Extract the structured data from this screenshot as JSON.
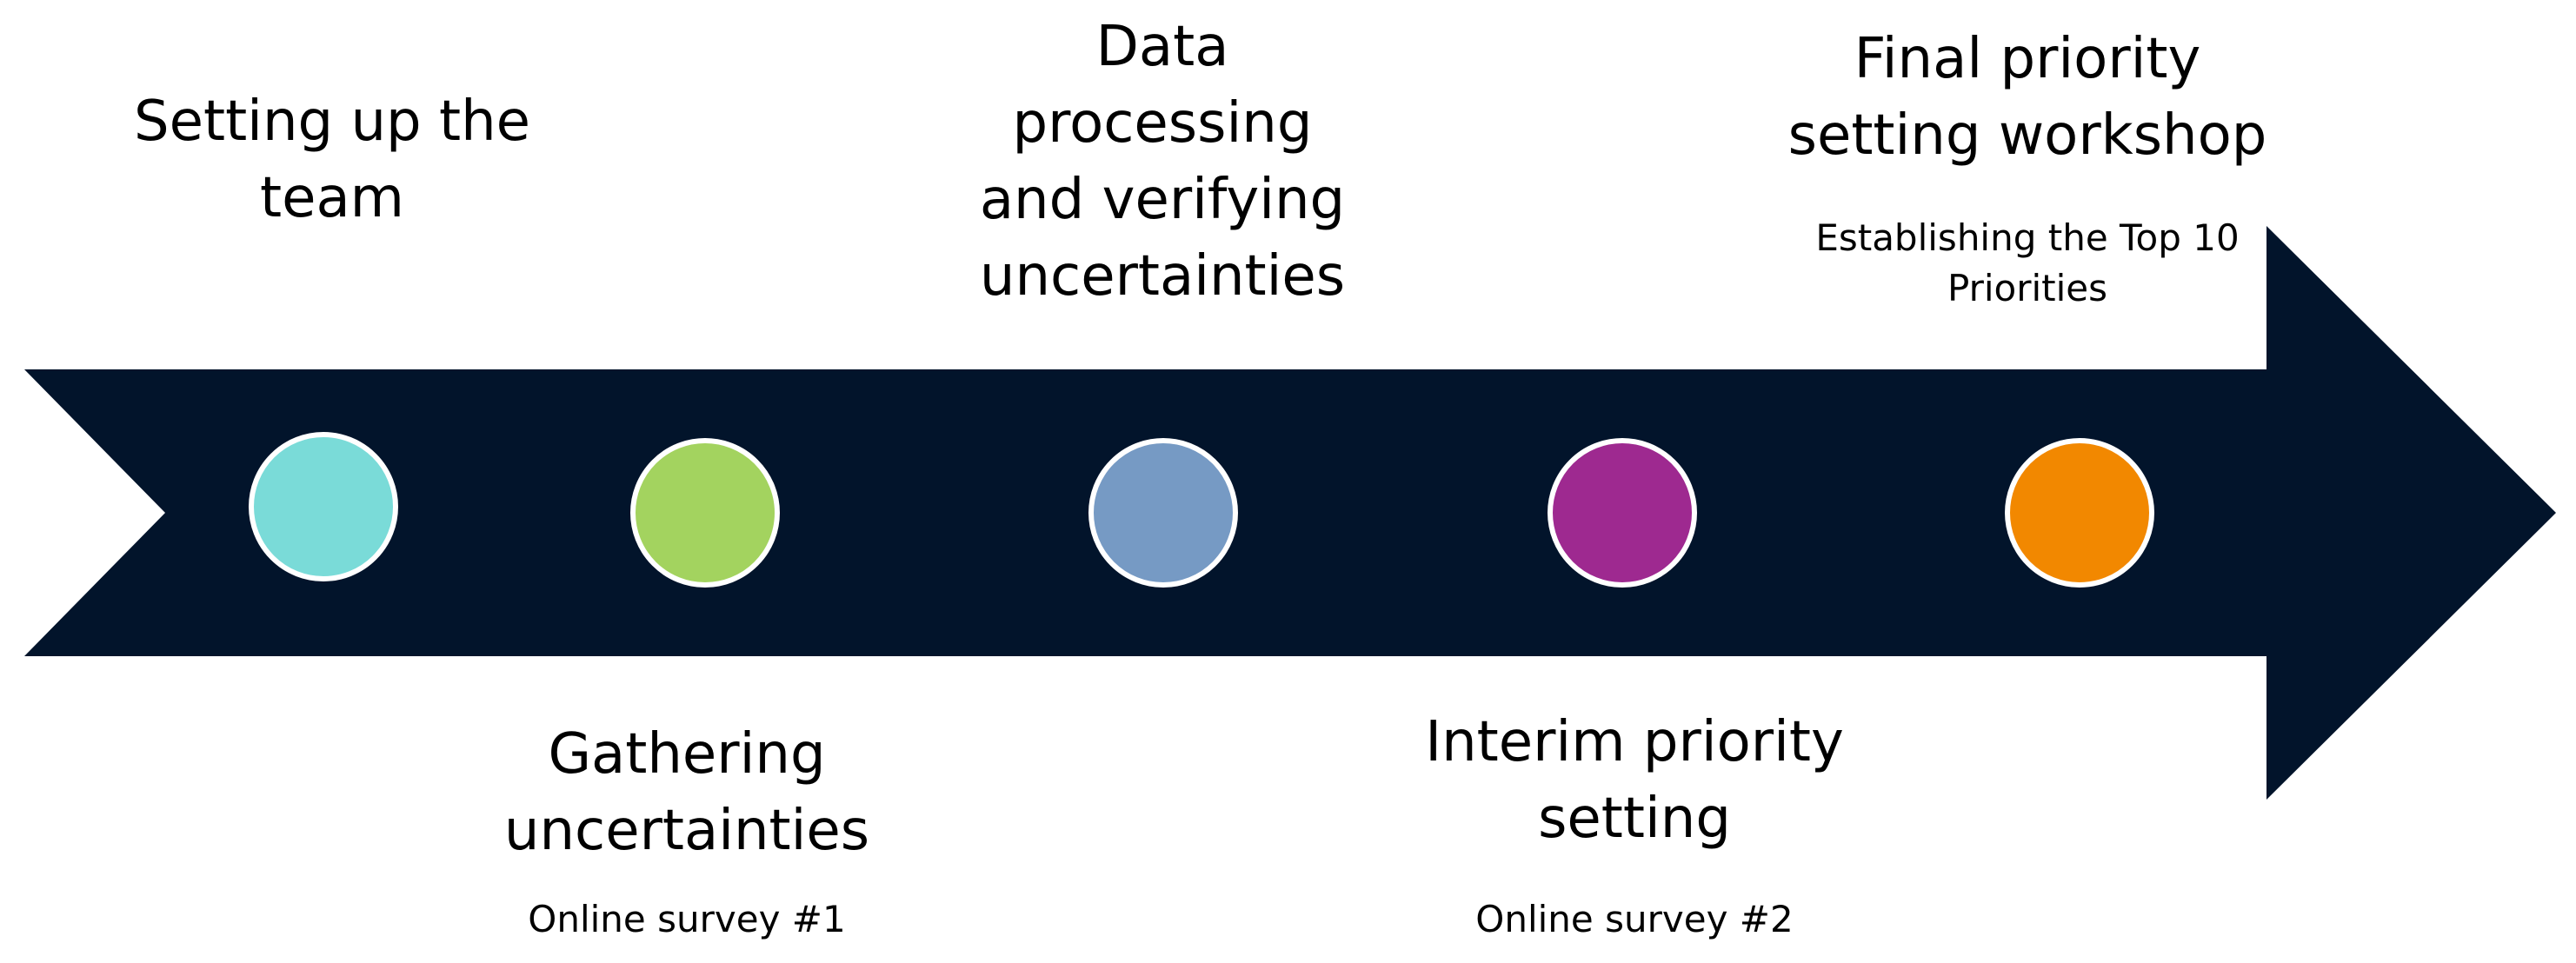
{
  "colors": {
    "arrow": "#02142b",
    "ring": "#ffffff",
    "text": "#000000"
  },
  "steps": [
    {
      "title": "Setting up the\nteam",
      "subtitle": "",
      "color": "#7adbd8"
    },
    {
      "title": "Gathering\nuncertainties",
      "subtitle": "Online survey #1",
      "color": "#a3d35f"
    },
    {
      "title": "Data\nprocessing\nand verifying\nuncertainties",
      "subtitle": "",
      "color": "#769ac4"
    },
    {
      "title": "Interim priority\nsetting",
      "subtitle": "Online survey #2",
      "color": "#9e2990"
    },
    {
      "title": "Final priority\nsetting workshop",
      "subtitle": "Establishing the Top 10\nPriorities",
      "color": "#f28800"
    }
  ]
}
